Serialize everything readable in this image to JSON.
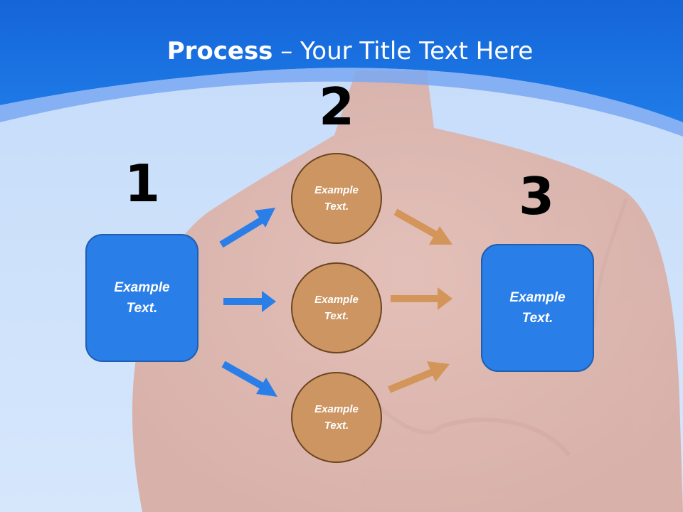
{
  "title": {
    "bold": "Process",
    "rest": " – Your Title Text Here"
  },
  "steps": [
    {
      "number": "1",
      "label": "Example\nText."
    },
    {
      "number": "2",
      "items": [
        "Example\nText.",
        "Example\nText.",
        "Example\nText."
      ]
    },
    {
      "number": "3",
      "label": "Example\nText."
    }
  ],
  "colors": {
    "header_blue": "#1a73e0",
    "box_blue": "#2a7ee8",
    "circle_tan": "#cd9561",
    "arrow_blue": "#2a7ee8",
    "arrow_tan": "#d4955a"
  }
}
